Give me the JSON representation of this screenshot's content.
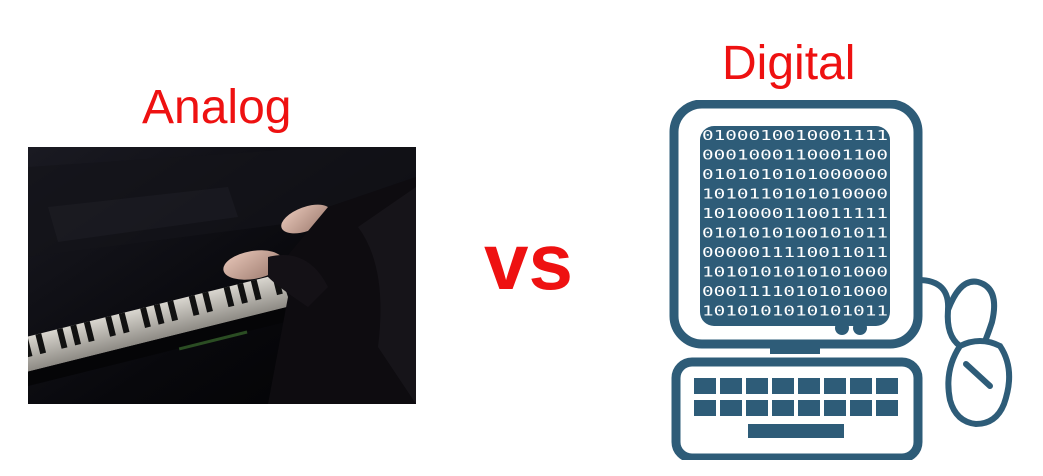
{
  "colors": {
    "label_red": "#ee1111",
    "computer_blue": "#2e5c78",
    "screen_fill": "#2e5c78",
    "binary_text": "#ffffff",
    "photo_dark": "#0b0b10"
  },
  "analog": {
    "title": "Analog",
    "image": "piano-hands-photo"
  },
  "versus": {
    "text": "vs"
  },
  "digital": {
    "title": "Digital",
    "icon": "computer-icon",
    "screen_lines": [
      "0100010010001111",
      "0001000110001100",
      "0101010101000000",
      "1010110101010000",
      "1010000110011111",
      "0101010100101011",
      "0000011110011011",
      "1010101010101000",
      "0001111010101000",
      "1010101010101011"
    ]
  }
}
